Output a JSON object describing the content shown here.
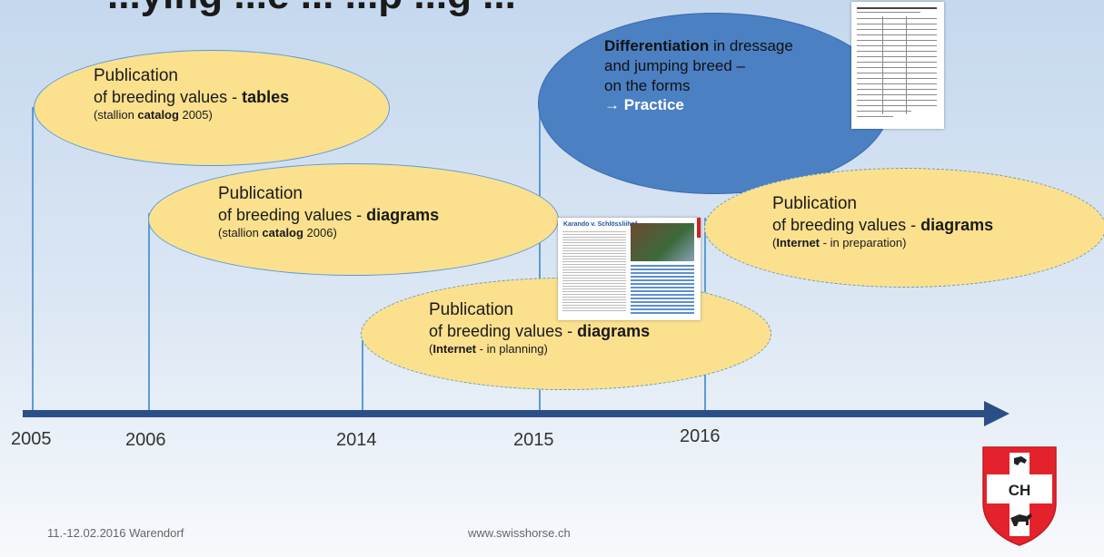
{
  "title": "...ying ...e ... ...p ...g ...",
  "years": [
    "2005",
    "2006",
    "2014",
    "2015",
    "2016"
  ],
  "bubbles": {
    "b2005": {
      "heading": "Publication",
      "line_prefix": "of breeding values - ",
      "line_bold": "tables",
      "note_open": "(stallion ",
      "note_bold": "catalog",
      "note_close": " 2005)"
    },
    "b2006": {
      "heading": "Publication",
      "line_prefix": "of breeding values - ",
      "line_bold": "diagrams",
      "note_open": "(stallion ",
      "note_bold": "catalog",
      "note_close": " 2006)"
    },
    "b2014": {
      "heading": "Publication",
      "line_prefix": "of breeding values - ",
      "line_bold": "diagrams",
      "note_open": "(",
      "note_bold": "Internet",
      "note_close": " - in planning)"
    },
    "b2015": {
      "line1_bold": "Differentiation",
      "line1_rest": " in dressage",
      "line2": "and jumping breed –",
      "line3": "on the forms",
      "arrow": "→",
      "practice": "Practice"
    },
    "b2016": {
      "heading": "Publication",
      "line_prefix": "of breeding values - ",
      "line_bold": "diagrams",
      "note_open": "(",
      "note_bold": "Internet",
      "note_close": " - in preparation)"
    }
  },
  "magazine": {
    "headline": "Karando v. Schlössliihof"
  },
  "footer": {
    "left": "11.-12.02.2016 Warendorf",
    "center": "www.swisshorse.ch"
  },
  "logo": {
    "text": "CH"
  },
  "colors": {
    "bubble_fill": "#fbe08e",
    "bubble_outline": "#5b9bd5",
    "blue_bubble": "#4b80c3",
    "axis": "#2a4f86",
    "logo_red": "#e4222b"
  }
}
